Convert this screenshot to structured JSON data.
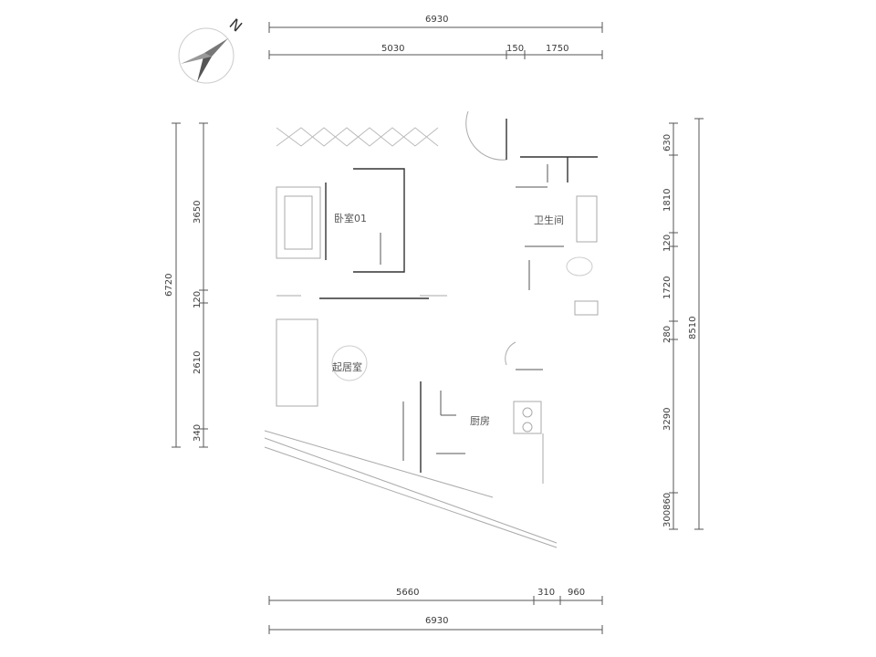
{
  "compass": {
    "label": "N",
    "icon": "north-arrow-icon"
  },
  "dimensions": {
    "top_total": "6930",
    "top_segments": [
      "5030",
      "150",
      "1750"
    ],
    "bottom_segments": [
      "5660",
      "310",
      "960"
    ],
    "bottom_total": "6930",
    "left_total": "6720",
    "left_segments": [
      "3650",
      "120",
      "2610",
      "340"
    ],
    "right_total": "8510",
    "right_segments": [
      "630",
      "1810",
      "120",
      "1720",
      "280",
      "3290",
      "300860"
    ]
  },
  "rooms": {
    "bedroom": "卧室01",
    "bathroom": "卫生间",
    "living": "起居室",
    "kitchen": "厨房"
  }
}
